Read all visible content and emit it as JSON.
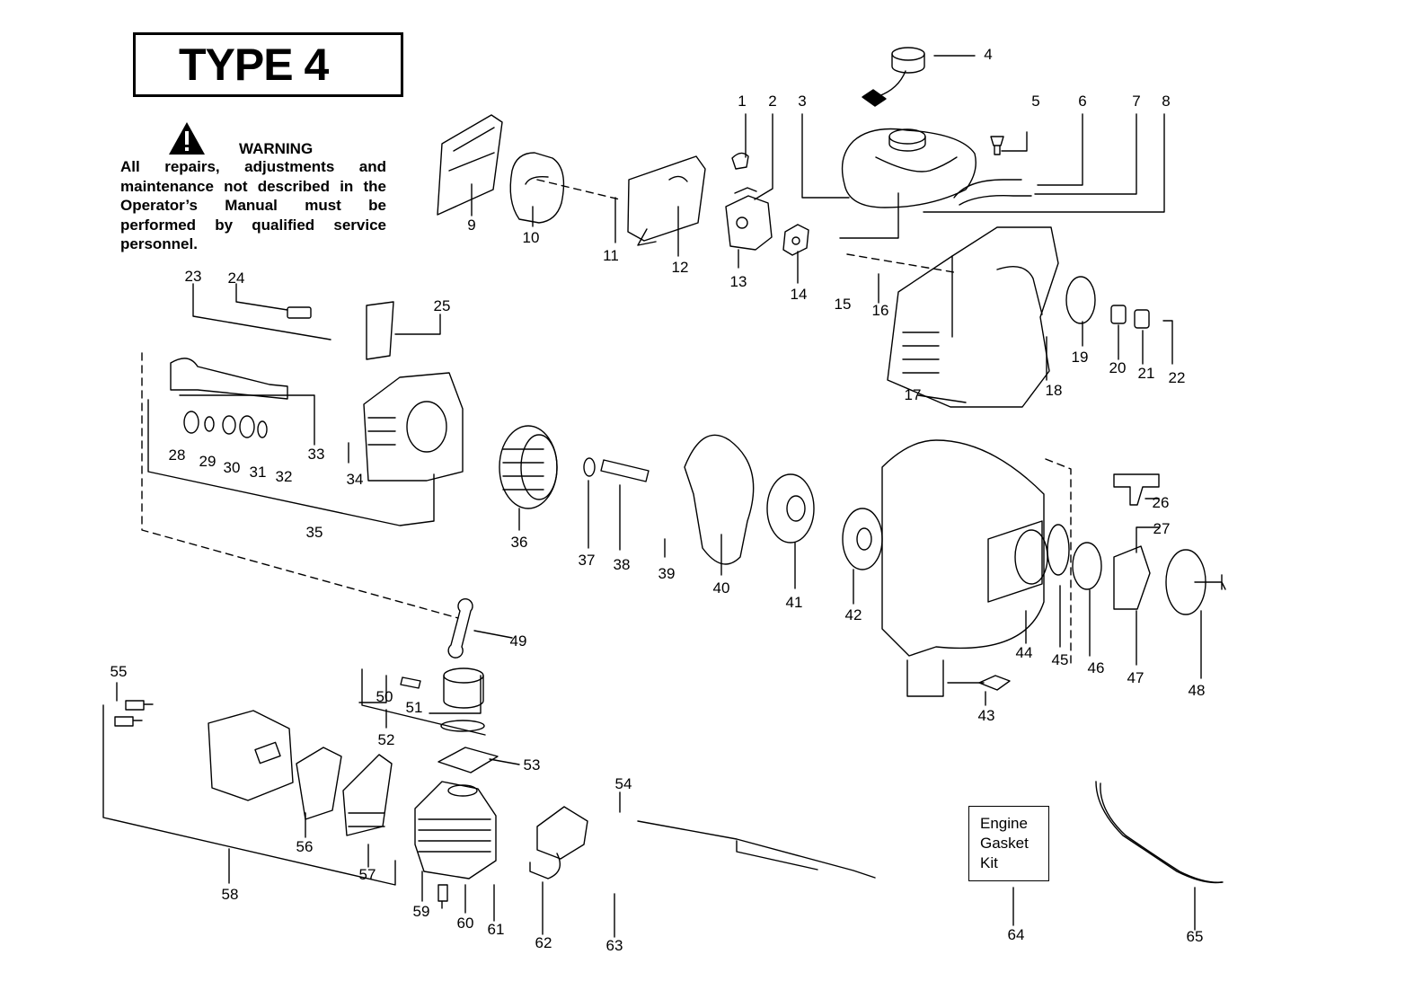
{
  "title": "TYPE 4",
  "warning": {
    "heading": "WARNING",
    "text": "All repairs, adjustments and maintenance not described in the Operator’s Manual must be performed by qualified service personnel.",
    "icon": "warning-triangle-icon"
  },
  "kit_box": {
    "line1": "Engine",
    "line2": "Gasket",
    "line3": "Kit"
  },
  "callouts": [
    "1",
    "2",
    "3",
    "4",
    "5",
    "6",
    "7",
    "8",
    "9",
    "10",
    "11",
    "12",
    "13",
    "14",
    "15",
    "16",
    "17",
    "18",
    "19",
    "20",
    "21",
    "22",
    "23",
    "24",
    "25",
    "26",
    "27",
    "28",
    "29",
    "30",
    "31",
    "32",
    "33",
    "34",
    "35",
    "36",
    "37",
    "38",
    "39",
    "40",
    "41",
    "42",
    "43",
    "44",
    "45",
    "46",
    "47",
    "48",
    "49",
    "50",
    "51",
    "52",
    "53",
    "54",
    "55",
    "56",
    "57",
    "58",
    "59",
    "60",
    "61",
    "62",
    "63",
    "64",
    "65"
  ]
}
